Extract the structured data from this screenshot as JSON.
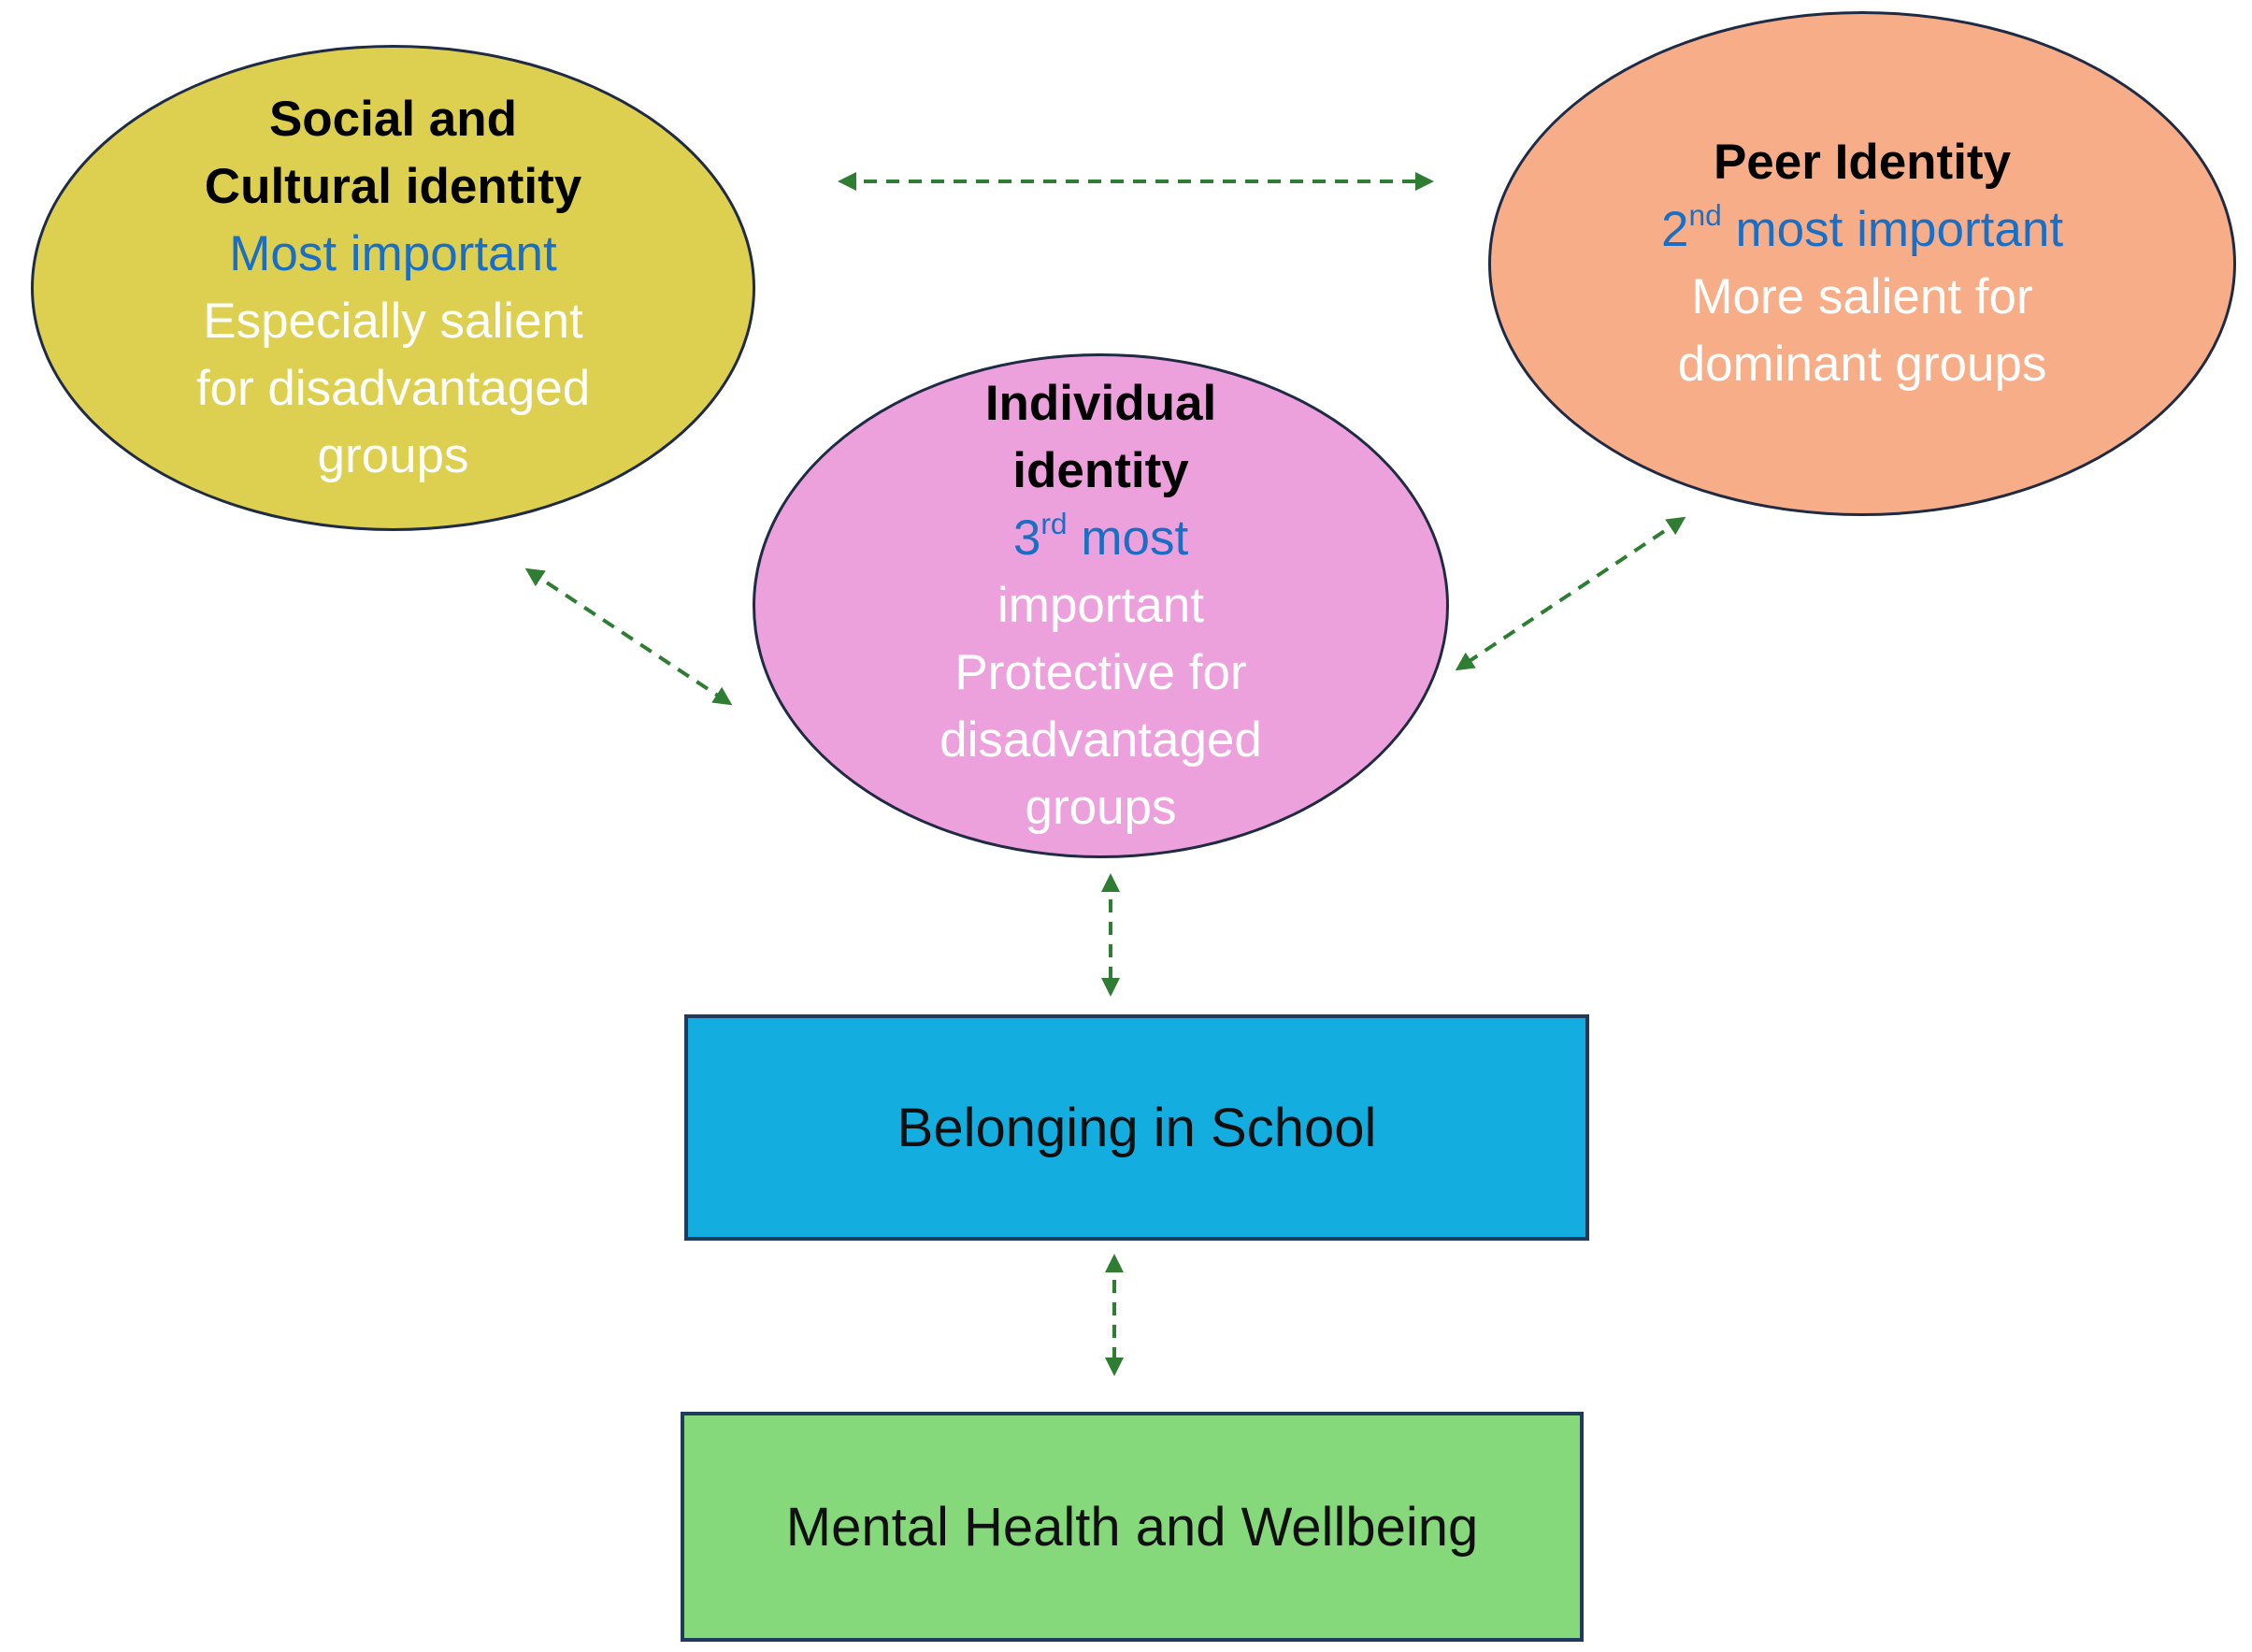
{
  "colors": {
    "arrow": "#2e7d32",
    "social_fill": "#ddcf4f",
    "peer_fill": "#f7ae88",
    "individual_fill": "#eca1dc",
    "belonging_fill": "#13aedf",
    "wellbeing_fill": "#85d97b",
    "rank_text": "#1a6fc4",
    "desc_text": "#ffffff"
  },
  "nodes": {
    "social": {
      "title": [
        "Social and",
        "Cultural identity"
      ],
      "rank": "Most important",
      "desc": [
        "Especially salient",
        "for disadvantaged",
        "groups"
      ]
    },
    "peer": {
      "title": "Peer Identity",
      "rank_num": "2",
      "rank_sup": "nd",
      "rank_rest": " most important",
      "desc": [
        "More salient for",
        "dominant groups"
      ]
    },
    "individual": {
      "title": [
        "Individual",
        "identity"
      ],
      "rank_num": "3",
      "rank_sup": "rd",
      "rank_rest": " most",
      "desc": [
        "important",
        "Protective for",
        "disadvantaged",
        "groups"
      ]
    },
    "belonging": {
      "label": "Belonging in School"
    },
    "wellbeing": {
      "label": "Mental Health and Wellbeing"
    }
  },
  "edges": [
    {
      "from": "social",
      "to": "peer",
      "bidirectional": true,
      "style": "dashed"
    },
    {
      "from": "social",
      "to": "individual",
      "bidirectional": true,
      "style": "dashed"
    },
    {
      "from": "peer",
      "to": "individual",
      "bidirectional": true,
      "style": "dashed"
    },
    {
      "from": "individual",
      "to": "belonging",
      "bidirectional": true,
      "style": "dashed"
    },
    {
      "from": "belonging",
      "to": "wellbeing",
      "bidirectional": true,
      "style": "dashed"
    }
  ]
}
